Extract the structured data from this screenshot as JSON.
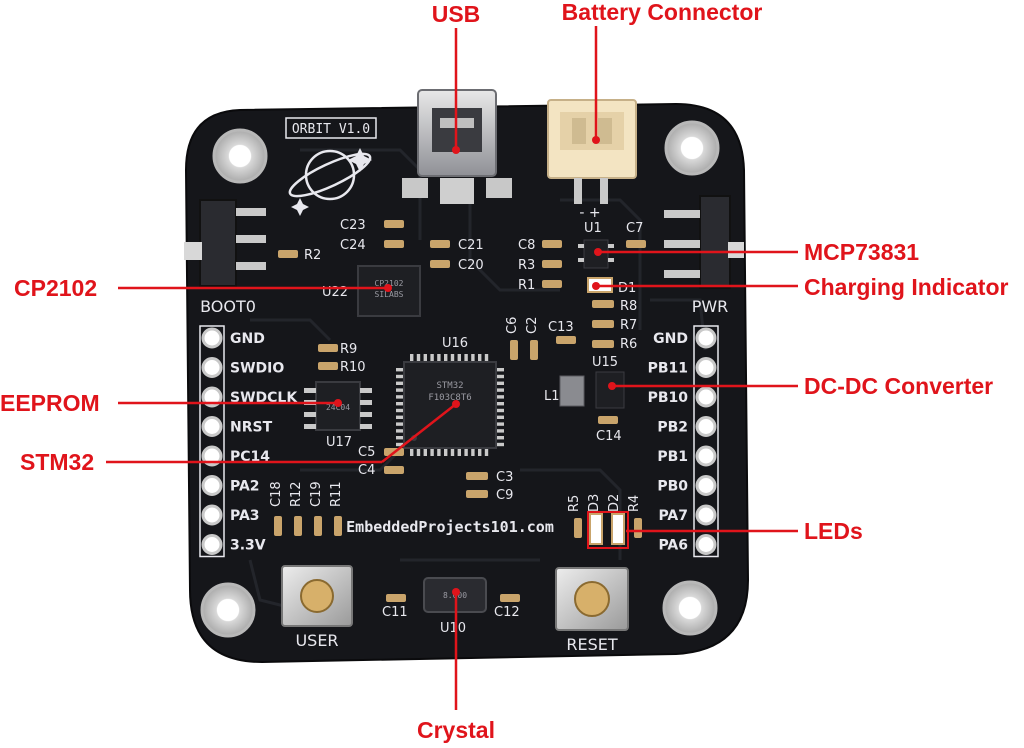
{
  "callouts": {
    "usb": "USB",
    "battery_connector": "Battery Connector",
    "mcp73831": "MCP73831",
    "charging_indicator": "Charging Indicator",
    "cp2102": "CP2102",
    "eeprom": "EEPROM",
    "dcdc": "DC-DC Converter",
    "stm32": "STM32",
    "leds": "LEDs",
    "crystal": "Crystal"
  },
  "board": {
    "title": "ORBIT V1.0",
    "website": "EmbeddedProjects101.com",
    "boot_label": "BOOT0",
    "pwr_label": "PWR",
    "user_label": "USER",
    "reset_label": "RESET",
    "battery_polarity": "-  +"
  },
  "left_header_pins": [
    "GND",
    "SWDIO",
    "SWDCLK",
    "NRST",
    "PC14",
    "PA2",
    "PA3",
    "3.3V"
  ],
  "right_header_pins": [
    "GND",
    "PB11",
    "PB10",
    "PB2",
    "PB1",
    "PB0",
    "PA7",
    "PA6"
  ],
  "designators": {
    "u1": "U1",
    "u10": "U10",
    "u15": "U15",
    "u16": "U16",
    "u17": "U17",
    "u22": "U22",
    "l1": "L1",
    "d1": "D1",
    "c3": "C3",
    "c4": "C4",
    "c5": "C5",
    "c6": "C6",
    "c2": "C2",
    "c7": "C7",
    "c8": "C8",
    "c9": "C9",
    "c11": "C11",
    "c12": "C12",
    "c13": "C13",
    "c14": "C14",
    "c18": "C18",
    "c19": "C19",
    "c20": "C20",
    "c21": "C21",
    "c23": "C23",
    "c24": "C24",
    "r1": "R1",
    "r2": "R2",
    "r3": "R3",
    "r4": "R4",
    "r5": "R5",
    "r6": "R6",
    "r7": "R7",
    "r8": "R8",
    "r9": "R9",
    "r10": "R10",
    "r11": "R11",
    "r12": "R12",
    "d2": "D2",
    "d3": "D3"
  },
  "chip_markings": {
    "cp2102_line1": "CP2102",
    "cp2102_line2": "SILABS",
    "stm32_line1": "STM32",
    "stm32_line2": "F103C8T6",
    "eeprom_line1": "24C04",
    "crystal_line1": "8.000"
  },
  "colors": {
    "pcb": "#15161a",
    "silkscreen": "#e8e8ee",
    "callout": "#e0141b",
    "pad_gold": "#c9a46b",
    "chip": "#1e1f23",
    "connector_white": "#f3e4c2"
  }
}
